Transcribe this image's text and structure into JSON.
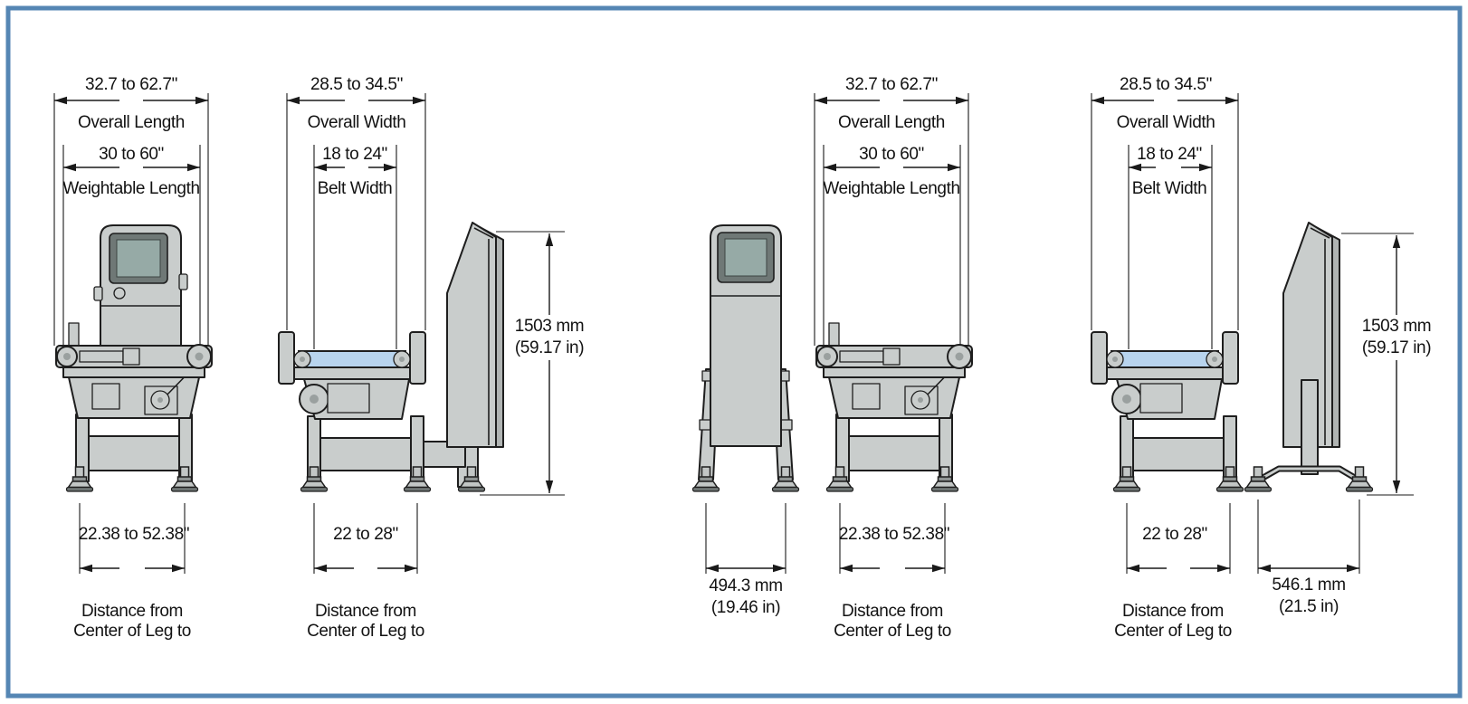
{
  "diagram": {
    "type": "technical-dimension-drawing",
    "subject": "Checkweigher machine dimensional drawings (front and side views, integrated and remote console versions)",
    "colors": {
      "frame_border": "#5586b4",
      "outline": "#1e1e1e",
      "machine_fill": "#c9cdcc",
      "belt": "#b8d4ee",
      "screen": "#96aaa6",
      "bezel": "#6f7876",
      "text": "#121212"
    }
  },
  "views": [
    {
      "id": "front-view-integrated-console",
      "overall_value": "32.7 to 62.7\"",
      "overall_label": "Overall Length",
      "inner_value": "30 to 60\"",
      "inner_label": "Weightable Length",
      "leg_span_value": "22.38 to 52.38\"",
      "caption_line1": "Distance from",
      "caption_line2": "Center of Leg to"
    },
    {
      "id": "side-view-integrated-console",
      "overall_value": "28.5 to 34.5\"",
      "overall_label": "Overall Width",
      "inner_value": "18 to 24\"",
      "inner_label": "Belt Width",
      "leg_span_value": "22 to 28\"",
      "caption_line1": "Distance from",
      "caption_line2": "Center of Leg to",
      "height_value_mm": "1503 mm",
      "height_value_in": "(59.17 in)"
    },
    {
      "id": "remote-console-front",
      "leg_span_value_mm": "494.3 mm",
      "leg_span_value_in": "(19.46 in)"
    },
    {
      "id": "front-view-remote-console",
      "overall_value": "32.7 to 62.7\"",
      "overall_label": "Overall Length",
      "inner_value": "30 to 60\"",
      "inner_label": "Weightable Length",
      "leg_span_value": "22.38 to 52.38\"",
      "caption_line1": "Distance from",
      "caption_line2": "Center of Leg to"
    },
    {
      "id": "side-view-remote-console",
      "overall_value": "28.5 to 34.5\"",
      "overall_label": "Overall Width",
      "inner_value": "18 to 24\"",
      "inner_label": "Belt Width",
      "leg_span_value": "22 to 28\"",
      "caption_line1": "Distance from",
      "caption_line2": "Center of Leg to",
      "height_value_mm": "1503 mm",
      "height_value_in": "(59.17 in)",
      "stand_span_value_mm": "546.1 mm",
      "stand_span_value_in": "(21.5 in)"
    }
  ]
}
